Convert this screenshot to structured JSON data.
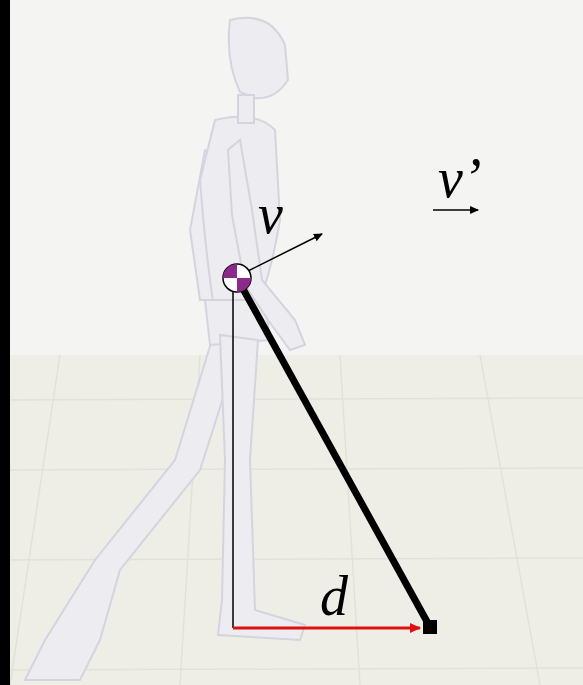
{
  "diagram": {
    "labels": [
      "v",
      "v’",
      "d"
    ]
  }
}
